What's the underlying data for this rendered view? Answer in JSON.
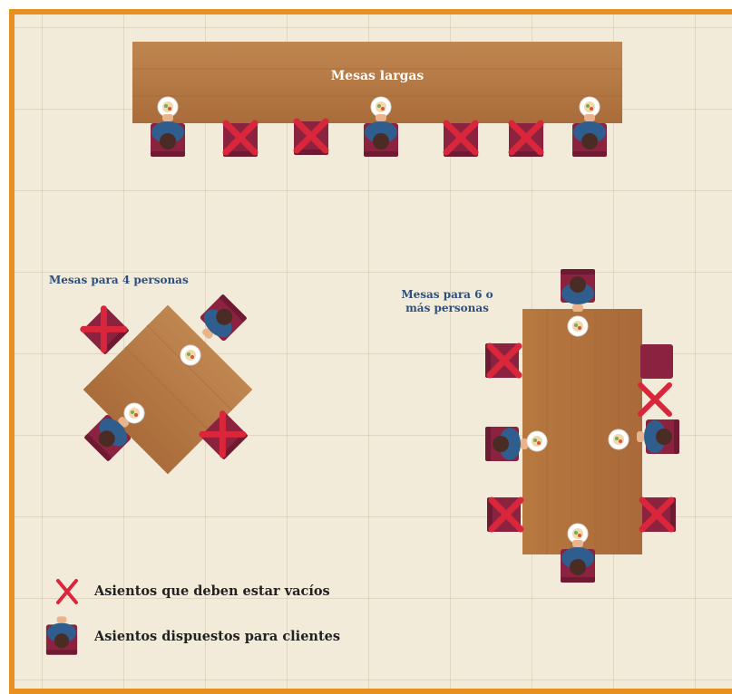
{
  "labels": {
    "long_tables": "Mesas largas",
    "four_tables": "Mesas para 4 personas",
    "six_tables": "Mesas para 6 o más personas"
  },
  "legend": {
    "empty": "Asientos que deben estar vacíos",
    "occupied": "Asientos dispuestos para clientes"
  },
  "colors": {
    "frame": "#e8901f",
    "background": "#f3ebd9",
    "wood": "#b57a45",
    "seat": "#8a2240",
    "cross": "#d9263a",
    "person_shirt": "#2f5e8e",
    "label": "#2d4f7c"
  }
}
